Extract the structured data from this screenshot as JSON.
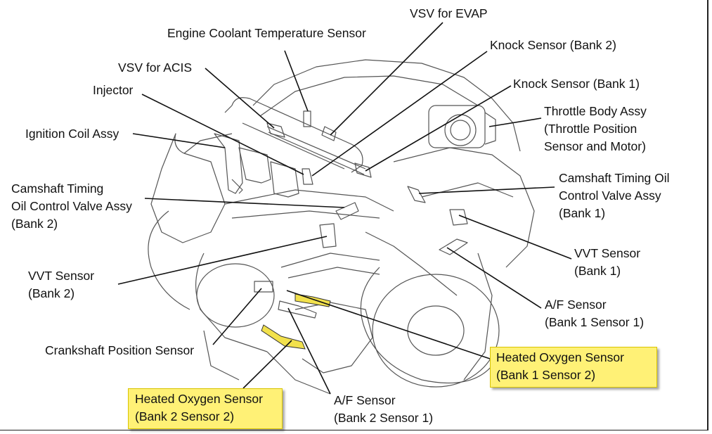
{
  "labels": {
    "vsv_evap": "VSV for EVAP",
    "coolant_sensor": "Engine Coolant Temperature Sensor",
    "knock_bank2": "Knock Sensor (Bank 2)",
    "vsv_acis": "VSV for ACIS",
    "knock_bank1": "Knock Sensor (Bank 1)",
    "injector": "Injector",
    "throttle": [
      "Throttle Body Assy",
      "(Throttle Position",
      "Sensor and Motor)"
    ],
    "ignition_coil": "Ignition Coil Assy",
    "cam_ocv_bank1": [
      "Camshaft Timing Oil",
      "Control Valve Assy",
      "(Bank 1)"
    ],
    "cam_ocv_bank2": [
      "Camshaft Timing",
      "Oil Control Valve Assy",
      "(Bank 2)"
    ],
    "vvt_bank1": [
      "VVT Sensor",
      "(Bank 1)"
    ],
    "vvt_bank2": [
      "VVT Sensor",
      "(Bank 2)"
    ],
    "af_bank1": [
      "A/F Sensor",
      "(Bank 1 Sensor 1)"
    ],
    "crankshaft": "Crankshaft Position Sensor",
    "ho2_bank1": [
      "Heated Oxygen Sensor",
      "(Bank 1 Sensor 2)"
    ],
    "ho2_bank2": [
      "Heated Oxygen Sensor",
      "(Bank 2 Sensor 2)"
    ],
    "af_bank2": [
      "A/F Sensor",
      "(Bank 2 Sensor 1)"
    ]
  },
  "colors": {
    "highlight": "#fff176",
    "highlighted_sensor": "#f2e14c",
    "line": "#111111",
    "drawing": "#555555"
  }
}
